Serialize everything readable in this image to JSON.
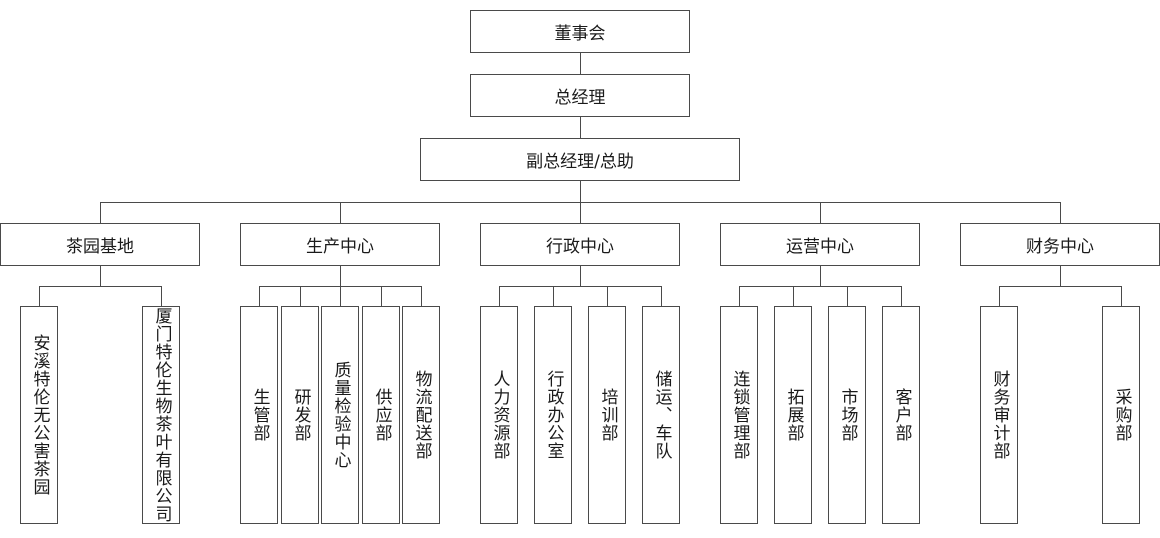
{
  "board": "董事会",
  "gm": "总经理",
  "deputy": "副总经理/总助",
  "centers": [
    {
      "name": "茶园基地",
      "depts": [
        "安溪特伦无公害茶园",
        "厦门特伦生物茶叶有限公司"
      ]
    },
    {
      "name": "生产中心",
      "depts": [
        "生管部",
        "研发部",
        "质量检验中心",
        "供应部",
        "物流配送部"
      ]
    },
    {
      "name": "行政中心",
      "depts": [
        "人力资源部",
        "行政办公室",
        "培训部",
        "储运、车队"
      ]
    },
    {
      "name": "运营中心",
      "depts": [
        "连锁管理部",
        "拓展部",
        "市场部",
        "客户部"
      ]
    },
    {
      "name": "财务中心",
      "depts": [
        "财务审计部",
        "采购部"
      ]
    }
  ]
}
